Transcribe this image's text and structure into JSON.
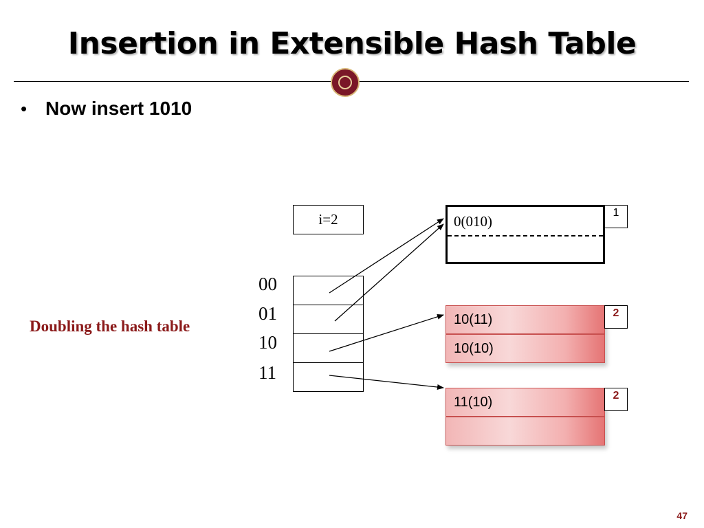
{
  "title": "Insertion in Extensible Hash Table",
  "bullet": "Now insert 1010",
  "side_label": "Doubling the hash table",
  "directory": {
    "global_depth": "i=2",
    "labels": [
      "00",
      "01",
      "10",
      "11"
    ]
  },
  "buckets": [
    {
      "entries": [
        "0(010)",
        ""
      ],
      "local_depth": "1"
    },
    {
      "entries": [
        "10(11)",
        "10(10)"
      ],
      "local_depth": "2"
    },
    {
      "entries": [
        "11(10)",
        ""
      ],
      "local_depth": "2"
    }
  ],
  "page_number": "47",
  "colors": {
    "accent": "#8b1a1a",
    "bucket_fill": "#f2b6b6"
  }
}
